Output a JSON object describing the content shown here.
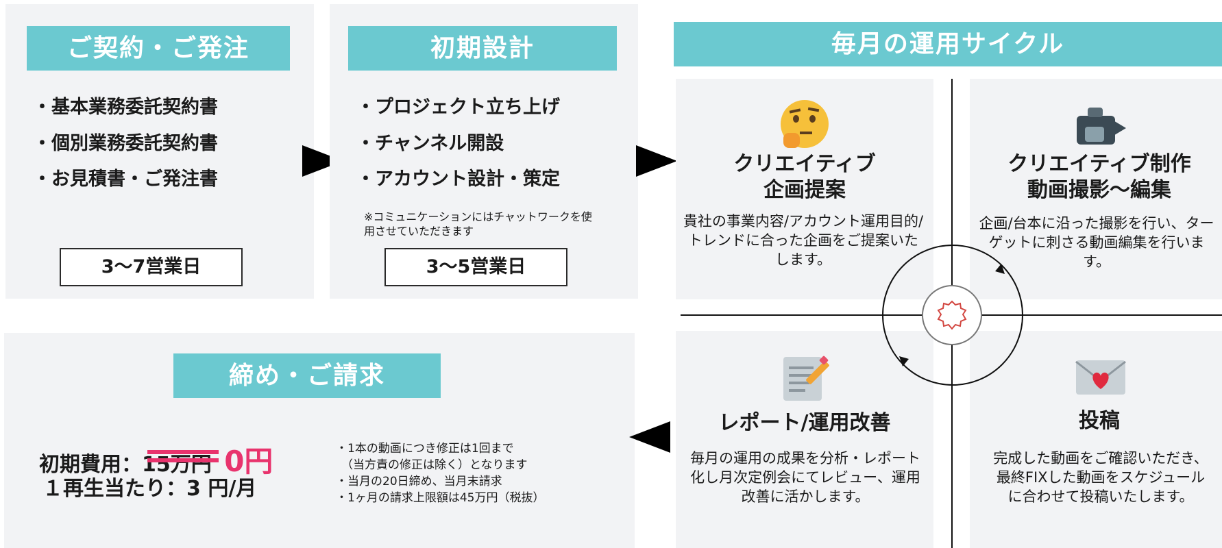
{
  "contract": {
    "title": "ご契約・ご発注",
    "items": [
      "・基本業務委託契約書",
      "・個別業務委託契約書",
      "・お見積書・ご発注書"
    ],
    "duration": "3〜7営業日"
  },
  "initial_design": {
    "title": "初期設計",
    "items": [
      "・プロジェクト立ち上げ",
      "・チャンネル開設",
      "・アカウント設計・策定"
    ],
    "note": "※コミュニケーションにはチャットワークを使用させていただきます",
    "duration": "3〜5営業日"
  },
  "monthly_cycle": {
    "title": "毎月の運用サイクル",
    "steps": [
      {
        "title": "クリエイティブ\n企画提案",
        "desc": "貴社の事業内容/アカウント運用目的/トレンドに合った企画をご提案いたします。",
        "icon": "thinking-face-icon"
      },
      {
        "title": "クリエイティブ制作\n動画撮影〜編集",
        "desc": "企画/台本に沿った撮影を行い、ターゲットに刺さる動画編集を行います。",
        "icon": "video-camera-icon"
      },
      {
        "title": "レポート/運用改善",
        "desc": "毎月の運用の成果を分析・レポート化し月次定例会にてレビュー、運用改善に活かします。",
        "icon": "memo-pencil-icon"
      },
      {
        "title": "投稿",
        "desc": "完成した動画をご確認いただき、最終FIXした動画をスケジュールに合わせて投稿いたします。",
        "icon": "love-letter-icon"
      }
    ],
    "center_icon": "cycle-badge-icon"
  },
  "billing": {
    "title": "締め・ご請求",
    "initial_fee_label": "初期費用：",
    "initial_fee_old": "15万円",
    "initial_fee_new": "0円",
    "per_play": "１再生当たり：3 円/月",
    "bullets": [
      "・1本の動画につき修正は1回まで",
      "（当方責の修正は除く）となります",
      "・当月の20日締め、当月末請求",
      "・1ヶ月の請求上限額は45万円（税抜）"
    ]
  },
  "colors": {
    "accent": "#6bc9d0",
    "panel": "#f2f3f5",
    "highlight": "#e8336d"
  }
}
